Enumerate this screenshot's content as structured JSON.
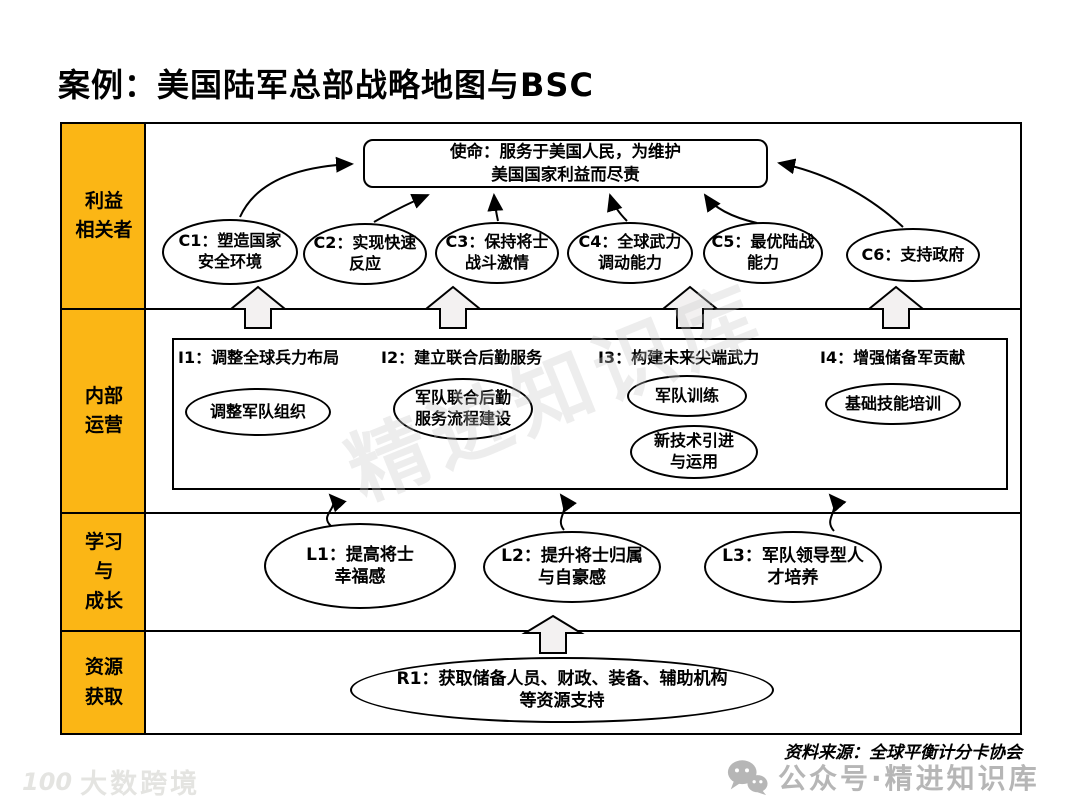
{
  "title": "案例：美国陆军总部战略地图与BSC",
  "perspectives": [
    {
      "label": "利益\n相关者"
    },
    {
      "label": "内部\n运营"
    },
    {
      "label": "学习\n与\n成长"
    },
    {
      "label": "资源\n获取"
    }
  ],
  "mission": {
    "text": "使命：服务于美国人民，为维护\n美国国家利益而尽责"
  },
  "stakeholders": {
    "nodes": [
      {
        "id": "C1",
        "text": "C1：塑造国家\n安全环境"
      },
      {
        "id": "C2",
        "text": "C2：实现快速\n反应"
      },
      {
        "id": "C3",
        "text": "C3：保持将士\n战斗激情"
      },
      {
        "id": "C4",
        "text": "C4：全球武力\n调动能力"
      },
      {
        "id": "C5",
        "text": "C5：最优陆战\n能力"
      },
      {
        "id": "C6",
        "text": "C6：支持政府"
      }
    ]
  },
  "internal": {
    "headers": [
      {
        "text": "I1：调整全球兵力布局"
      },
      {
        "text": "I2：建立联合后勤服务"
      },
      {
        "text": "I3：构建未来尖端武力"
      },
      {
        "text": "I4：增强储备军贡献"
      }
    ],
    "nodes": [
      {
        "text": "调整军队组织"
      },
      {
        "text": "军队联合后勤\n服务流程建设"
      },
      {
        "text": "军队训练"
      },
      {
        "text": "新技术引进\n与运用"
      },
      {
        "text": "基础技能培训"
      }
    ]
  },
  "learning": {
    "nodes": [
      {
        "id": "L1",
        "text": "L1：提高将士\n幸福感"
      },
      {
        "id": "L2",
        "text": "L2：提升将士归属\n与自豪感"
      },
      {
        "id": "L3",
        "text": "L3：军队领导型人\n才培养"
      }
    ]
  },
  "resources": {
    "nodes": [
      {
        "id": "R1",
        "text": "R1：获取储备人员、财政、装备、辅助机构\n等资源支持"
      }
    ]
  },
  "footer": {
    "source": "资料来源：全球平衡计分卡协会",
    "wechat": "公众号·精进知识库",
    "logo_mark": "100",
    "logo_text": "大数跨境"
  },
  "watermark": {
    "diagonal": "精进知识库"
  },
  "colors": {
    "band_yellow": "#FBB615",
    "block_arrow_fill": "#F3F1F1",
    "line_black": "#000000",
    "watermark_gray": "#B6B6B6"
  }
}
